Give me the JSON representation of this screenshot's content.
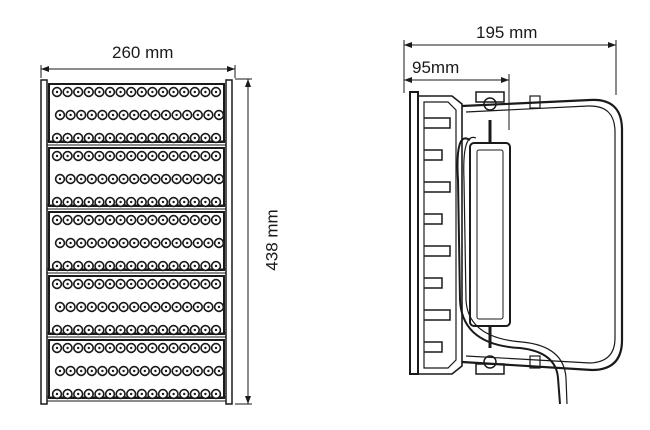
{
  "front_view": {
    "width_label": "260 mm",
    "height_label": "438 mm",
    "module_count": 5
  },
  "side_view": {
    "overall_depth_label": "195 mm",
    "body_depth_label": "95mm"
  },
  "colors": {
    "line": "#1a1a1a",
    "fill": "#ffffff"
  }
}
